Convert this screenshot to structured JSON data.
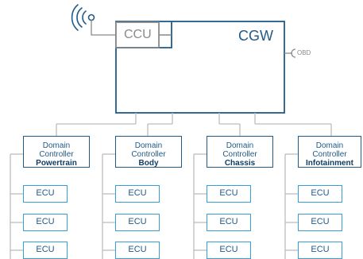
{
  "vehicle_network": {
    "ccu_label": "CCU",
    "cgw_label": "CGW",
    "obd_label": "OBD",
    "domain_controllers": [
      {
        "line1": "Domain",
        "line2": "Controller",
        "domain": "Powertrain",
        "ecus": [
          "ECU",
          "ECU",
          "ECU"
        ]
      },
      {
        "line1": "Domain",
        "line2": "Controller",
        "domain": "Body",
        "ecus": [
          "ECU",
          "ECU",
          "ECU"
        ]
      },
      {
        "line1": "Domain",
        "line2": "Controller",
        "domain": "Chassis",
        "ecus": [
          "ECU",
          "ECU",
          "ECU"
        ]
      },
      {
        "line1": "Domain",
        "line2": "Controller",
        "domain": "Infotainment",
        "ecus": [
          "ECU",
          "ECU",
          "ECU"
        ]
      }
    ]
  },
  "icons": {
    "antenna": "wireless-antenna-icon",
    "obd_port": "obd-port-icon"
  },
  "colors": {
    "gateway_border": "#1f5a88",
    "ecu_border": "#35a0d8",
    "ccu_border": "#8a8a8a",
    "connector_line": "#bdbdbd"
  }
}
